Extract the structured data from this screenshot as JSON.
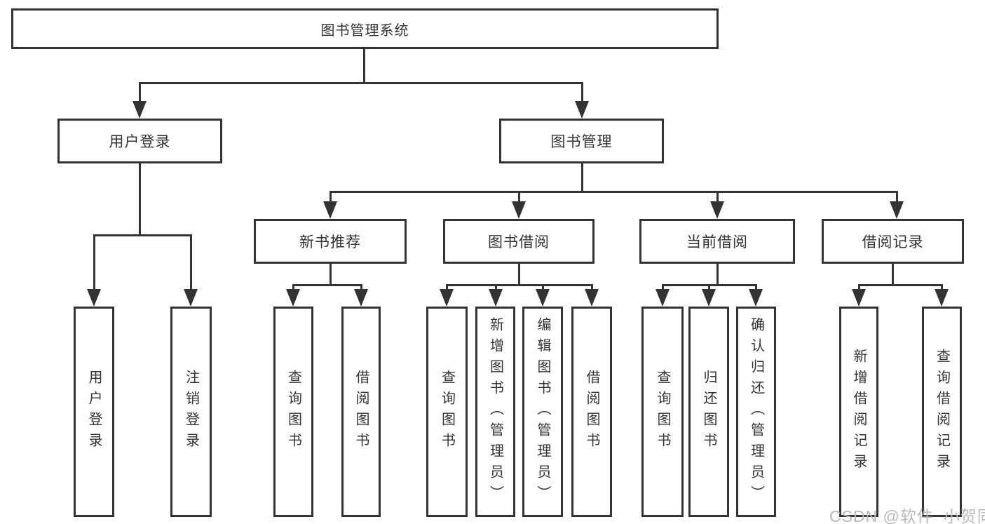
{
  "tree": {
    "root": {
      "label": "图书管理系统"
    },
    "children": [
      {
        "label": "用户登录",
        "children": [
          {
            "label": "用户登录"
          },
          {
            "label": "注销登录"
          }
        ]
      },
      {
        "label": "图书管理",
        "children": [
          {
            "label": "新书推荐",
            "children": [
              {
                "label": "查询图书"
              },
              {
                "label": "借阅图书"
              }
            ]
          },
          {
            "label": "图书借阅",
            "children": [
              {
                "label": "查询图书"
              },
              {
                "label": "新增图书（管理员）"
              },
              {
                "label": "编辑图书（管理员）"
              },
              {
                "label": "借阅图书"
              }
            ]
          },
          {
            "label": "当前借阅",
            "children": [
              {
                "label": "查询图书"
              },
              {
                "label": "归还图书"
              },
              {
                "label": "确认归还（管理员）"
              }
            ]
          },
          {
            "label": "借阅记录",
            "children": [
              {
                "label": "新增借阅记录"
              },
              {
                "label": "查询借阅记录"
              }
            ]
          }
        ]
      }
    ]
  },
  "watermark": {
    "text": "CSDN @软件_小贺同学"
  },
  "colors": {
    "line": "#333333",
    "watermark": "#b9b9b9",
    "background": "#ffffff"
  }
}
